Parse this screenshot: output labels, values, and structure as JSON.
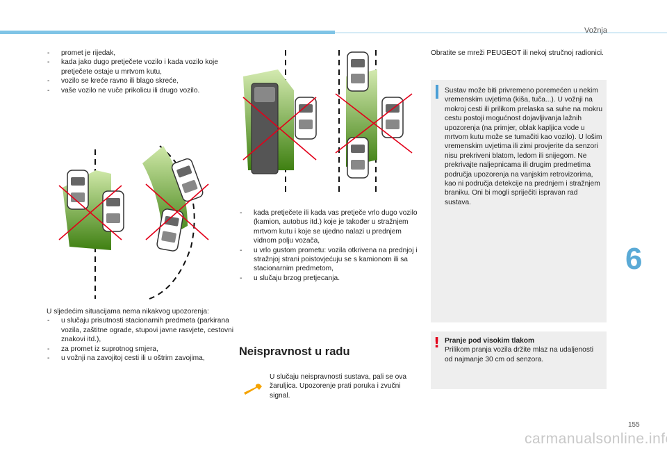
{
  "header": {
    "section": "Vožnja"
  },
  "chapter": "6",
  "page_number": "155",
  "watermark": "carmanualsonline.info",
  "col1_top_list": [
    "promet je rijedak,",
    "kada jako dugo pretječete vozilo i kada vozilo koje pretječete ostaje u mrtvom kutu,",
    "vozilo se kreće ravno ili blago skreće,",
    "vaše vozilo ne vuče prikolicu ili drugo vozilo."
  ],
  "col1_intro": "U sljedećim situacijama nema nikakvog upozorenja:",
  "col1_bottom_list": [
    "u slučaju prisutnosti stacionarnih predmeta (parkirana vozila, zaštitne ograde, stupovi javne rasvjete, cestovni znakovi itd.),",
    "za promet iz suprotnog smjera,",
    "u vožnji na zavojitoj cesti ili u oštrim zavojima,"
  ],
  "col2_list": [
    "kada pretječete ili kada vas pretječe vrlo dugo vozilo (kamion, autobus itd.) koje je također u stražnjem mrtvom kutu i koje se ujedno nalazi u prednjem vidnom polju vozača,",
    "u vrlo gustom prometu: vozila otkrivena na prednjoj i stražnjoj strani poistovjećuju se s kamionom ili sa stacionarnim predmetom,",
    "u slučaju brzog pretjecanja."
  ],
  "malfunction": {
    "title": "Neispravnost u radu",
    "text": "U slučaju neispravnosti sustava, pali se ova žaruljica. Upozorenje prati poruka i zvučni signal."
  },
  "col3_intro": "Obratite se mreži PEUGEOT ili nekoj stručnoj radionici.",
  "info_box": "Sustav može biti privremeno poremećen u nekim vremenskim uvjetima (kiša, tuča...). U vožnji na mokroj cesti ili prilikom prelaska sa suhe na mokru cestu postoji mogućnost dojavljivanja lažnih upozorenja (na primjer, oblak kapljica vode u mrtvom kutu može se tumačiti kao vozilo). U lošim vremenskim uvjetima ili zimi provjerite da senzori nisu prekriveni blatom, ledom ili snijegom. Ne prekrivajte naljepnicama ili drugim predmetima područja upozorenja na vanjskim retrovizorima, kao ni područja detekcije na prednjem i stražnjem braniku. Oni bi mogli spriječiti ispravan rad sustava.",
  "warning_box": {
    "title": "Pranje pod visokim tlakom",
    "text": "Prilikom pranja vozila držite mlaz na udaljenosti od najmanje 30 cm od senzora."
  },
  "colors": {
    "accent_blue": "#4b9fd6",
    "warning_red": "#e2001a",
    "zone_green": "#5a9e1f",
    "cross_red": "#e2001a"
  },
  "icons": [
    "warning-lamp-icon",
    "info-bar-icon",
    "warning-exclamation-icon"
  ]
}
